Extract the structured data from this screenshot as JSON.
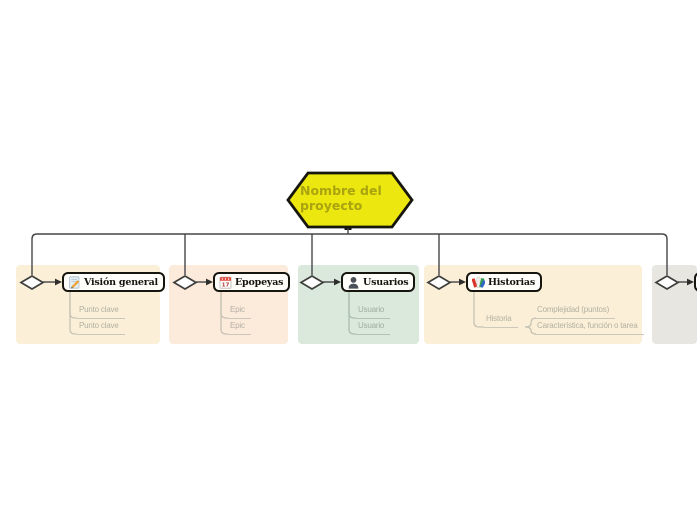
{
  "root": {
    "label": "Nombre del proyecto"
  },
  "branches": [
    {
      "label": "Visión general",
      "icon": "memo-icon",
      "block_color": "#fbf0d7",
      "children": [
        {
          "label": "Punto clave"
        },
        {
          "label": "Punto clave"
        }
      ]
    },
    {
      "label": "Epopeyas",
      "icon": "calendar-icon",
      "calendar_day": "17",
      "block_color": "#fceadb",
      "children": [
        {
          "label": "Epic"
        },
        {
          "label": "Epic"
        }
      ]
    },
    {
      "label": "Usuarios",
      "icon": "person-icon",
      "block_color": "#dbe8dc",
      "children": [
        {
          "label": "Usuario"
        },
        {
          "label": "Usuario"
        }
      ]
    },
    {
      "label": "Historias",
      "icon": "books-icon",
      "block_color": "#fbf0d7",
      "children": [
        {
          "label": "Historia",
          "children": [
            {
              "label": "Complejidad (puntos)"
            },
            {
              "label": "Característica, función o tarea"
            }
          ]
        }
      ]
    },
    {
      "label": "",
      "block_color": "#e8e6e0",
      "children": []
    }
  ],
  "colors": {
    "root_fill": "#ece70e",
    "root_text": "#a9a40f",
    "connector": "#46464a",
    "child_text": "#b3b0a3",
    "child_line": "#cbc7b9",
    "green_child_text": "#9fae9f",
    "green_child_line": "#b2c3b3"
  }
}
